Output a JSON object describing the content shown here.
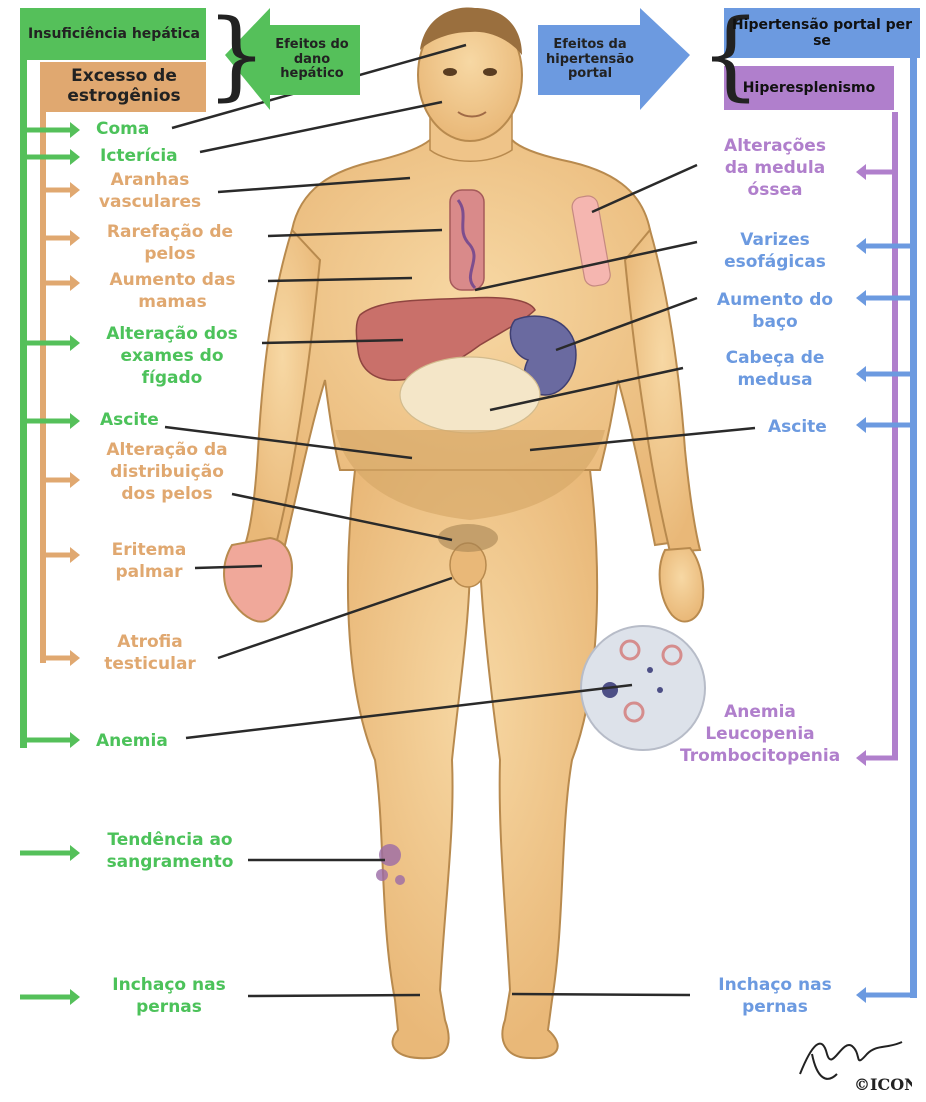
{
  "colors": {
    "liver_failure": "#55c05a",
    "estrogen_excess": "#e0a870",
    "portal_hypertension": "#6c9ae0",
    "hypersplenism": "#b07fcc",
    "skin": "#f2c98a"
  },
  "headers": {
    "liver_failure": "Insuficiência hepática",
    "estrogen_excess": "Excesso de estrogênios",
    "liver_damage_effects": "Efeitos do dano hepático",
    "portal_hypertension_effects": "Efeitos da hipertensão portal",
    "portal_hypertension_per_se": "Hipertensão portal per se",
    "hypersplenism": "Hiperesplenismo"
  },
  "left_labels": {
    "coma": "Coma",
    "jaundice": "Icterícia",
    "spider_veins": [
      "Aranhas",
      "vasculares"
    ],
    "hair_thinning": [
      "Rarefação de",
      "pelos"
    ],
    "breast_enlargement": [
      "Aumento das",
      "mamas"
    ],
    "liver_tests": [
      "Alteração dos",
      "exames do",
      "fígado"
    ],
    "ascites": "Ascite",
    "hair_distribution": [
      "Alteração da",
      "distribuição",
      "dos pelos"
    ],
    "palmar_erythema": [
      "Eritema",
      "palmar"
    ],
    "testicular_atrophy": [
      "Atrofia",
      "testicular"
    ],
    "anemia": "Anemia",
    "bleeding": [
      "Tendência ao",
      "sangramento"
    ],
    "leg_swelling": [
      "Inchaço nas",
      "pernas"
    ]
  },
  "right_labels": {
    "bone_marrow": [
      "Alterações",
      "da medula",
      "óssea"
    ],
    "varices": [
      "Varizes",
      "esofágicas"
    ],
    "spleen": [
      "Aumento do",
      "baço"
    ],
    "caput_medusae": [
      "Cabeça de",
      "medusa"
    ],
    "ascites": "Ascite",
    "cytopenias": [
      "Anemia",
      "Leucopenia",
      "Trombocitopenia"
    ],
    "leg_swelling": [
      "Inchaço nas",
      "pernas"
    ]
  },
  "icons": {
    "body": "human-body-icon",
    "arrow": "arrow-icon",
    "signature": "signature-icon"
  }
}
